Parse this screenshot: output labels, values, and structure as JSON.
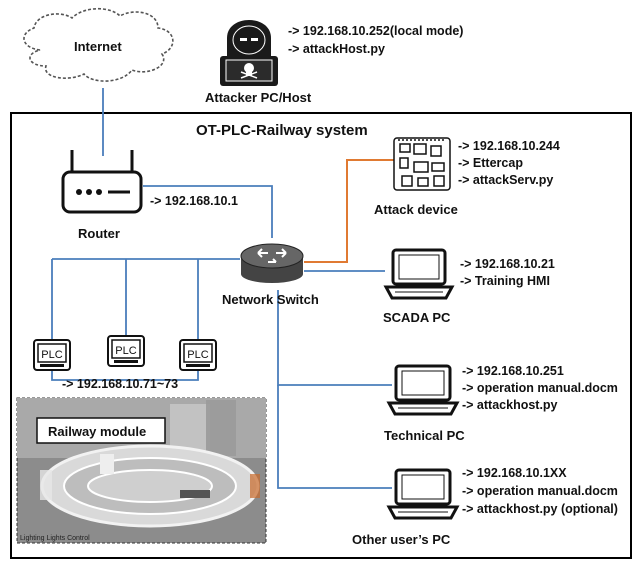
{
  "title": "OT-PLC-Railway system",
  "internet": {
    "label": "Internet"
  },
  "attacker": {
    "label": "Attacker PC/Host",
    "info": [
      "-> 192.168.10.252(local mode)",
      "-> attackHost.py"
    ]
  },
  "router": {
    "label": "Router",
    "info": [
      "-> 192.168.10.1"
    ]
  },
  "attack_device": {
    "label": "Attack device",
    "info": [
      "-> 192.168.10.244",
      "-> Ettercap",
      "-> attackServ.py"
    ]
  },
  "switch": {
    "label": "Network Switch"
  },
  "scada": {
    "label": "SCADA PC",
    "info": [
      "-> 192.168.10.21",
      "-> Training HMI"
    ]
  },
  "plcs": {
    "icon_text": [
      "PLC",
      "PLC",
      "PLC"
    ],
    "info": [
      "-> 192.168.10.71~73"
    ]
  },
  "railway": {
    "label": "Railway module",
    "caption": "Lighting Lights Control"
  },
  "technical": {
    "label": "Technical  PC",
    "info": [
      "-> 192.168.10.251",
      "-> operation manual.docm",
      "-> attackhost.py"
    ]
  },
  "other": {
    "label": "Other user’s  PC",
    "info": [
      "-> 192.168.10.1XX",
      "-> operation manual.docm",
      "-> attackhost.py (optional)"
    ]
  },
  "colors": {
    "link": "#4a7ebb",
    "attack_link": "#e07a32",
    "frame": "#000000"
  }
}
